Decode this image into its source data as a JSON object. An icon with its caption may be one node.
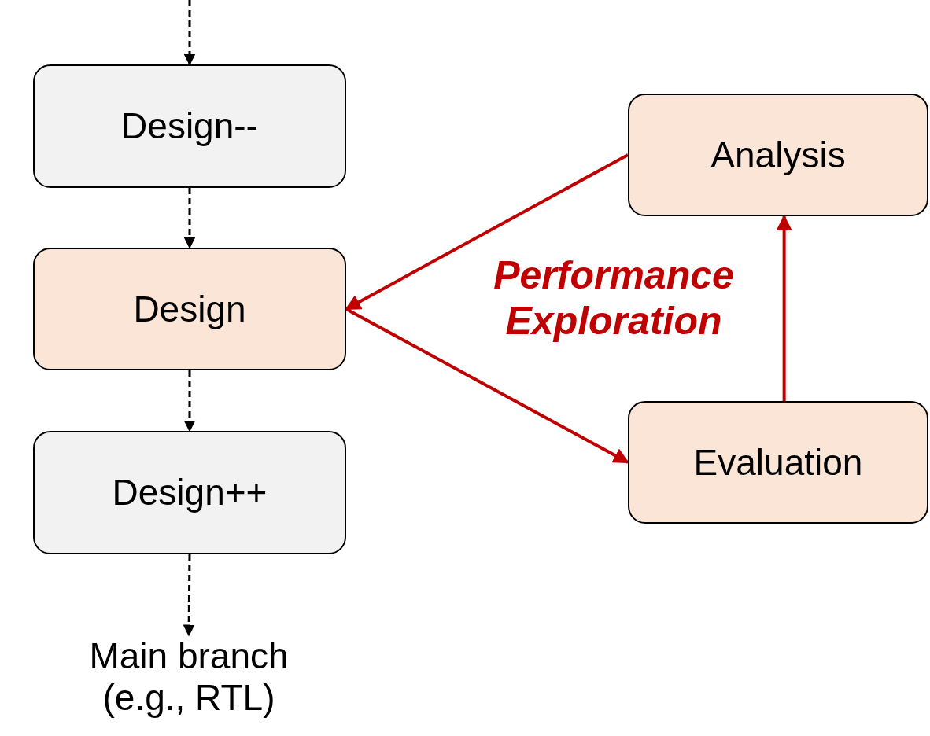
{
  "diagram": {
    "nodes": [
      {
        "text": [
          "Design--"
        ]
      },
      {
        "text": [
          "Design"
        ]
      },
      {
        "text": [
          "Design++"
        ]
      },
      {
        "text": [
          "Main branch (e.g., RTL)"
        ]
      },
      {
        "text": [
          "Analysis"
        ]
      },
      {
        "text": [
          "Evaluation"
        ]
      }
    ],
    "edges": [
      {
        "from": null,
        "to": 0,
        "arrow": "to",
        "style": "dashed"
      },
      {
        "from": 0,
        "to": 1,
        "arrow": "to",
        "style": "dashed"
      },
      {
        "from": 1,
        "to": 2,
        "arrow": "to",
        "style": "dashed"
      },
      {
        "from": 2,
        "to": 3,
        "arrow": "to",
        "style": "dashed"
      },
      {
        "from": 4,
        "to": 1,
        "arrow": "to",
        "color": "#c00000"
      },
      {
        "from": 1,
        "to": 5,
        "arrow": "to",
        "color": "#c00000"
      },
      {
        "from": 5,
        "to": 4,
        "arrow": "to",
        "color": "#c00000"
      }
    ],
    "labels": [
      "Performance Exploration"
    ]
  }
}
